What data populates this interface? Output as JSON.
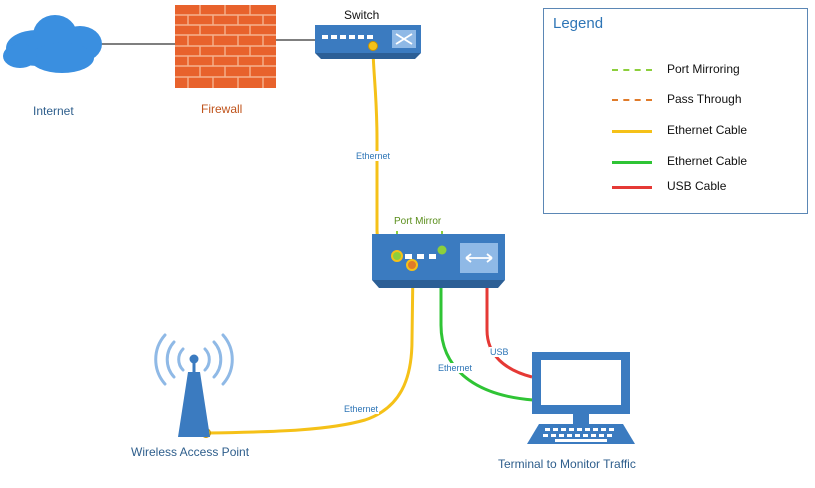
{
  "nodes": {
    "internet": "Internet",
    "firewall": "Firewall",
    "switch": "Switch",
    "wap": "Wireless Access Point",
    "terminal": "Terminal to Monitor Traffic"
  },
  "cable_labels": {
    "switch_to_tap": "Ethernet",
    "port_mirror": "Port Mirror",
    "wap_to_tap": "Ethernet",
    "tap_to_terminal": "Ethernet",
    "usb": "USB"
  },
  "legend": {
    "title": "Legend",
    "items": [
      {
        "label": "Port Mirroring",
        "color": "#8ccf3c",
        "style": "dashed"
      },
      {
        "label": "Pass Through",
        "color": "#e07b2a",
        "style": "dashed"
      },
      {
        "label": "Ethernet Cable",
        "color": "#f5c118",
        "style": "solid"
      },
      {
        "label": "Ethernet Cable",
        "color": "#2fc435",
        "style": "solid"
      },
      {
        "label": "USB Cable",
        "color": "#e53935",
        "style": "solid"
      }
    ]
  },
  "colors": {
    "device_blue": "#3b7bc0",
    "device_dark": "#2c5f96",
    "brick": "#e8622c",
    "cloud": "#3a8fe0",
    "ethernet_yellow": "#f5c118",
    "ethernet_green": "#2fc435",
    "usb_red": "#e53935",
    "mirror_green": "#8ccf3c",
    "pass_orange": "#e07b2a"
  }
}
